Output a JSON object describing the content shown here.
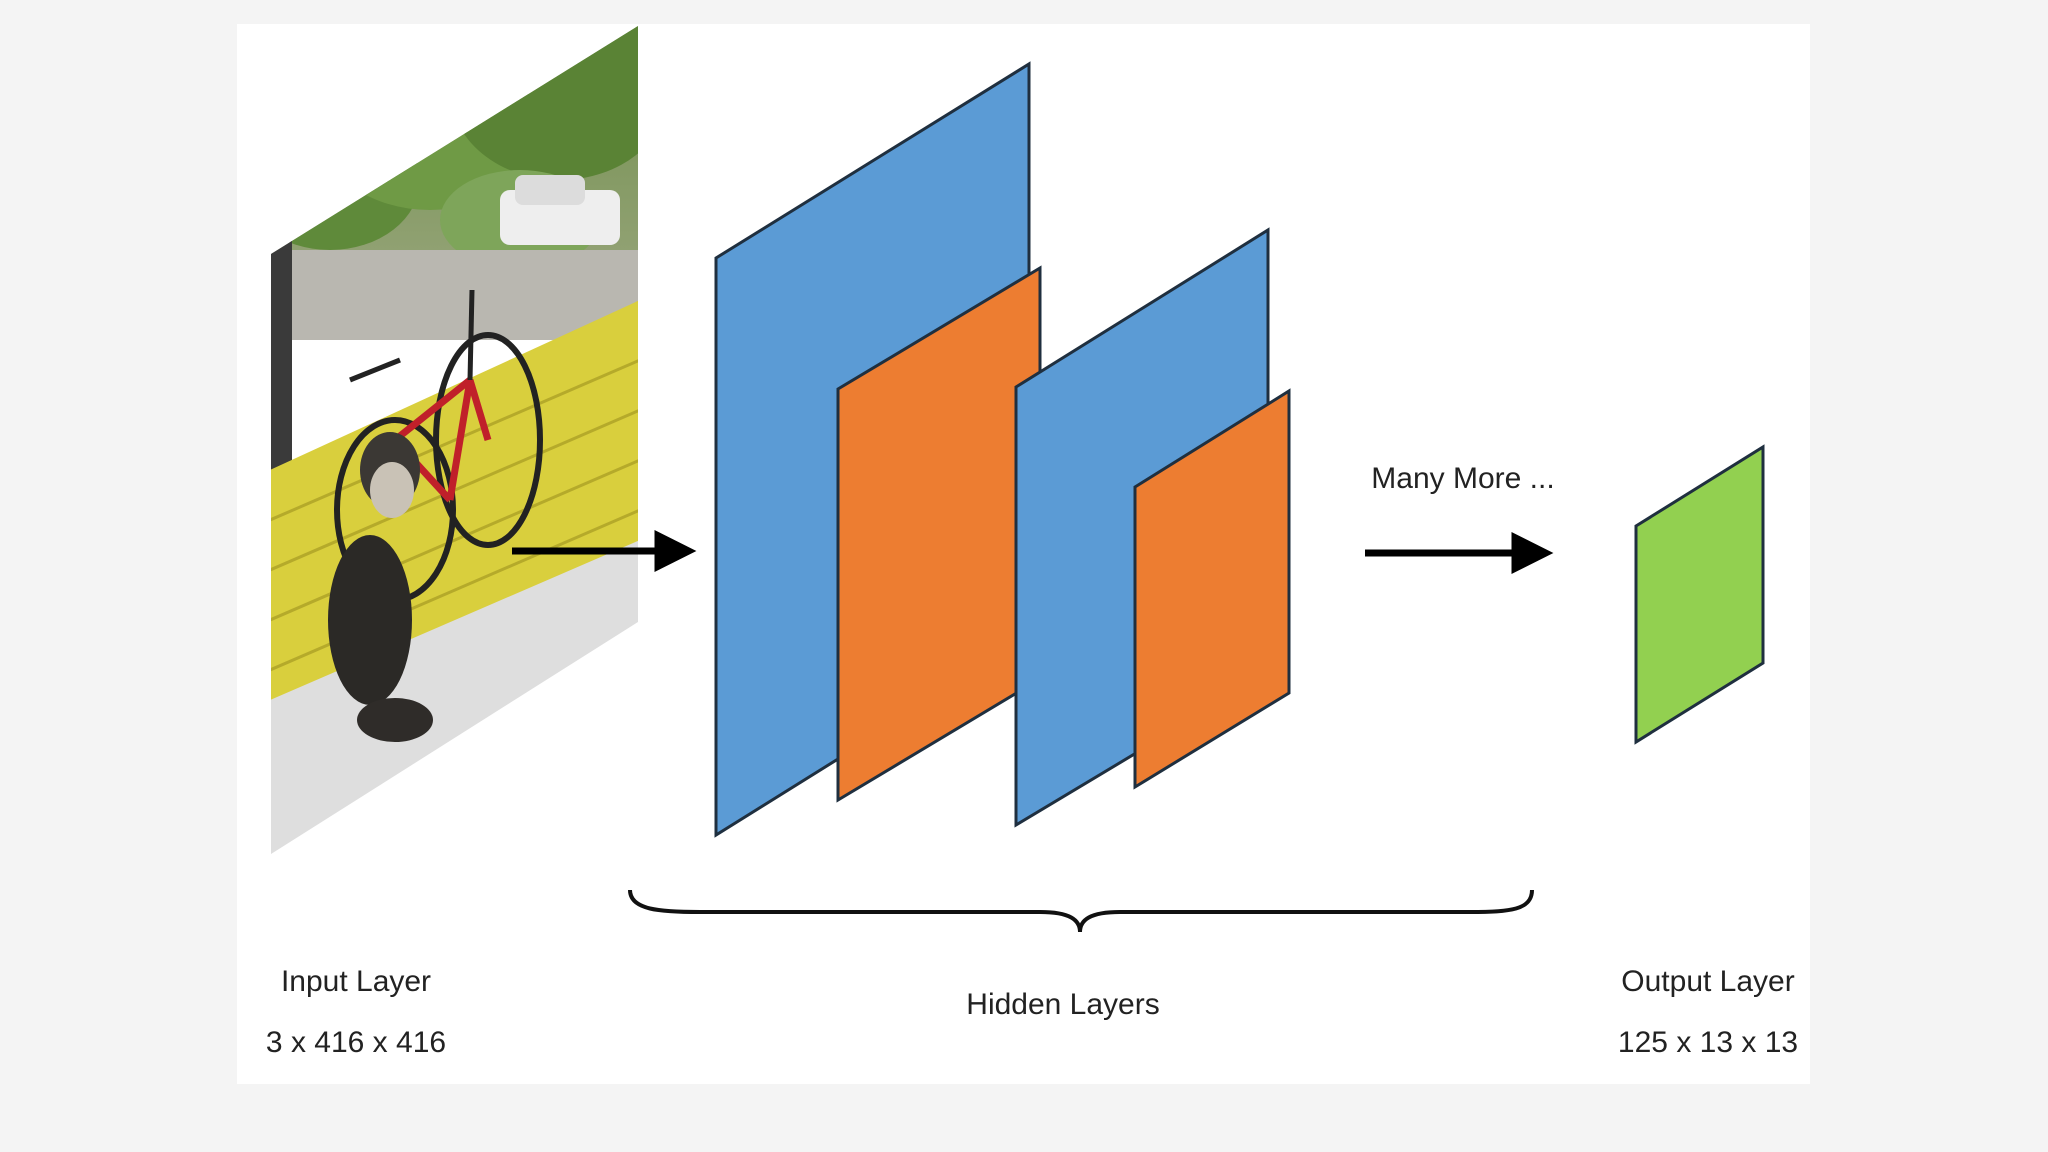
{
  "labels": {
    "input_name": "Input Layer",
    "input_dims": "3 x 416 x 416",
    "hidden_name": "Hidden Layers",
    "many_more": "Many More ...",
    "output_name": "Output Layer",
    "output_dims": "125 x 13 x 13"
  },
  "colors": {
    "background": "#f4f4f4",
    "panel": "#ffffff",
    "hidden_blue": "#5b9bd5",
    "hidden_orange": "#ed7d31",
    "output_green": "#92d050",
    "outline": "#1f2f3f",
    "arrow": "#000000"
  },
  "input_image": {
    "content": "photo of a dog sitting on a porch next to a red bicycle, white car and trees in the background"
  }
}
